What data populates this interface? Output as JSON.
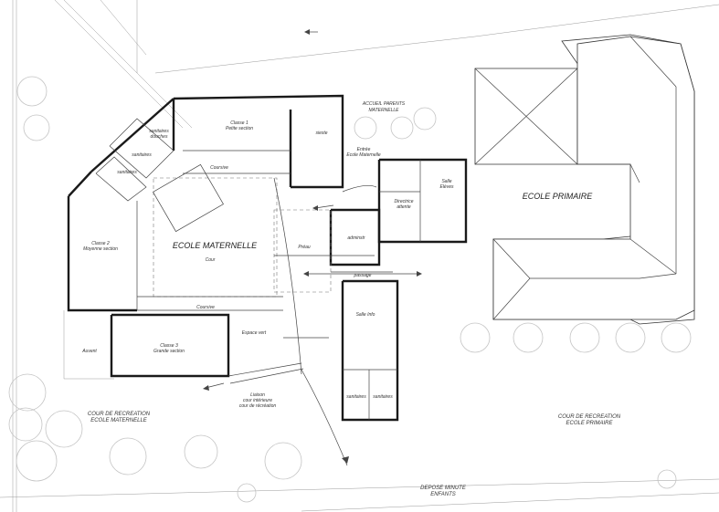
{
  "labels": {
    "accueil_1": "ACCUEIL PARENTS",
    "accueil_2": "MATERNELLE",
    "ecole_maternelle": "ECOLE MATERNELLE",
    "cour": "Cour",
    "ecole_primaire": "ECOLE PRIMAIRE",
    "classe1_1": "Classe 1",
    "classe1_2": "Petite section",
    "sieste": "sieste",
    "coursive_top": "Coursive",
    "coursive_bottom": "Coursive",
    "sanitaires_douches_1": "sanitaires",
    "sanitaires_douches_2": "douches",
    "sanitaires_upper": "sanitaires",
    "sanitaires_lower": "sanitaires",
    "classe2_1": "Classe 2",
    "classe2_2": "Moyenne section",
    "classe3_1": "Classe 3",
    "classe3_2": "Grande section",
    "auvent": "Auvent",
    "entree_1": "Entrée",
    "entree_2": "Ecole Maternelle",
    "directrice_1": "Directrice",
    "directrice_2": "attente",
    "salle_eleves_1": "Salle",
    "salle_eleves_2": "Elèves",
    "adminstr": "adminstr",
    "preau": "Préau",
    "passage": "passage",
    "salle_info": "Salle Info",
    "espace_vert": "Espace vert",
    "sanitaires_b1": "sanitaires",
    "sanitaires_b2": "sanitaires",
    "liaison_1": "Liaison",
    "liaison_2": "cour intérieure",
    "liaison_3": "cour de récréation",
    "cour_rec_mat_1": "COUR DE RECREATION",
    "cour_rec_mat_2": "ECOLE MATERNELLE",
    "cour_rec_prim_1": "COUR DE RECREATION",
    "cour_rec_prim_2": "ECOLE PRIMAIRE",
    "depose_1": "DEPOSE MINUTE",
    "depose_2": "ENFANTS"
  }
}
